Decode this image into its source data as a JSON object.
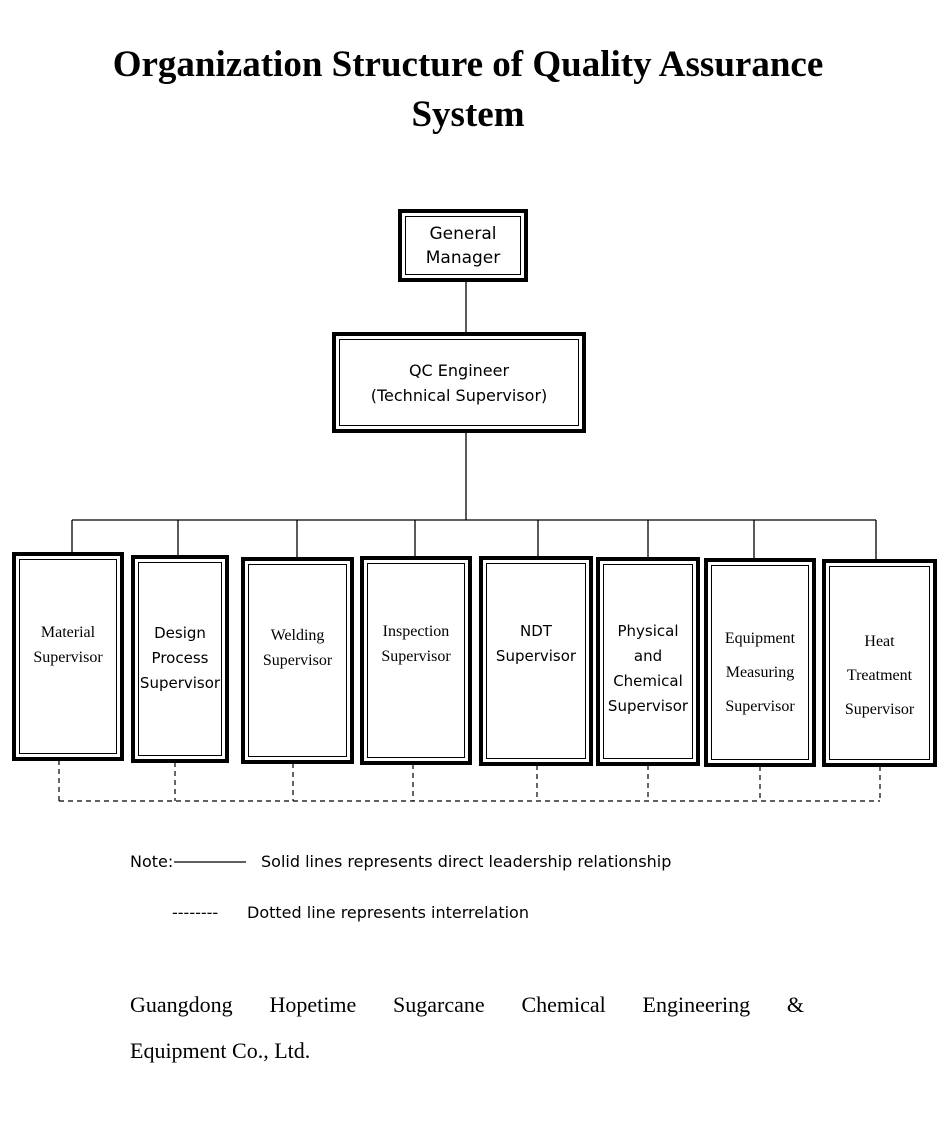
{
  "title": {
    "line1": "Organization Structure of Quality Assurance",
    "line2": "System"
  },
  "nodes": {
    "general_manager": {
      "line1": "General",
      "line2": "Manager"
    },
    "qc_engineer": {
      "line1": "QC Engineer",
      "line2": "(Technical Supervisor)"
    },
    "supervisors": [
      {
        "lines": [
          "Material",
          "Supervisor"
        ]
      },
      {
        "lines": [
          "Design",
          "Process",
          "Supervisor"
        ]
      },
      {
        "lines": [
          "Welding",
          "Supervisor"
        ]
      },
      {
        "lines": [
          "Inspection",
          "Supervisor"
        ]
      },
      {
        "lines": [
          "NDT",
          "Supervisor"
        ]
      },
      {
        "lines": [
          "Physical",
          "and",
          "Chemical",
          "Supervisor"
        ]
      },
      {
        "lines": [
          "Equipment",
          "Measuring",
          "Supervisor"
        ]
      },
      {
        "lines": [
          "Heat",
          "Treatment",
          "Supervisor"
        ]
      }
    ]
  },
  "legend": {
    "note_label": "Note:",
    "solid_text": "Solid lines represents direct leadership relationship",
    "dotted_prefix": "--------",
    "dotted_text": "Dotted line represents interrelation"
  },
  "footer": {
    "line1_words": [
      "Guangdong",
      "Hopetime",
      "Sugarcane",
      "Chemical",
      "Engineering",
      "&"
    ],
    "line2": "Equipment Co., Ltd."
  }
}
